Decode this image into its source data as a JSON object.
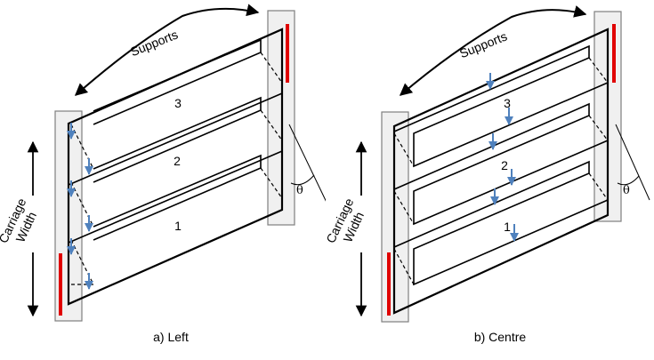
{
  "colors": {
    "support_fill": "#f0f0f0",
    "support_stroke": "#7f7f7f",
    "frame": "#000000",
    "red_mark": "#e00000",
    "load_arrow": "#4f81bd"
  },
  "panels": [
    {
      "caption": "a) Left",
      "supports_label": "Supports",
      "carriage_label_line1": "Carriage",
      "carriage_label_line2": "Width",
      "angle_label": "θ",
      "step_labels": [
        "3",
        "2",
        "1"
      ]
    },
    {
      "caption": "b) Centre",
      "supports_label": "Supports",
      "carriage_label_line1": "Carriage",
      "carriage_label_line2": "Width",
      "angle_label": "θ",
      "step_labels": [
        "3",
        "2",
        "1"
      ]
    }
  ]
}
